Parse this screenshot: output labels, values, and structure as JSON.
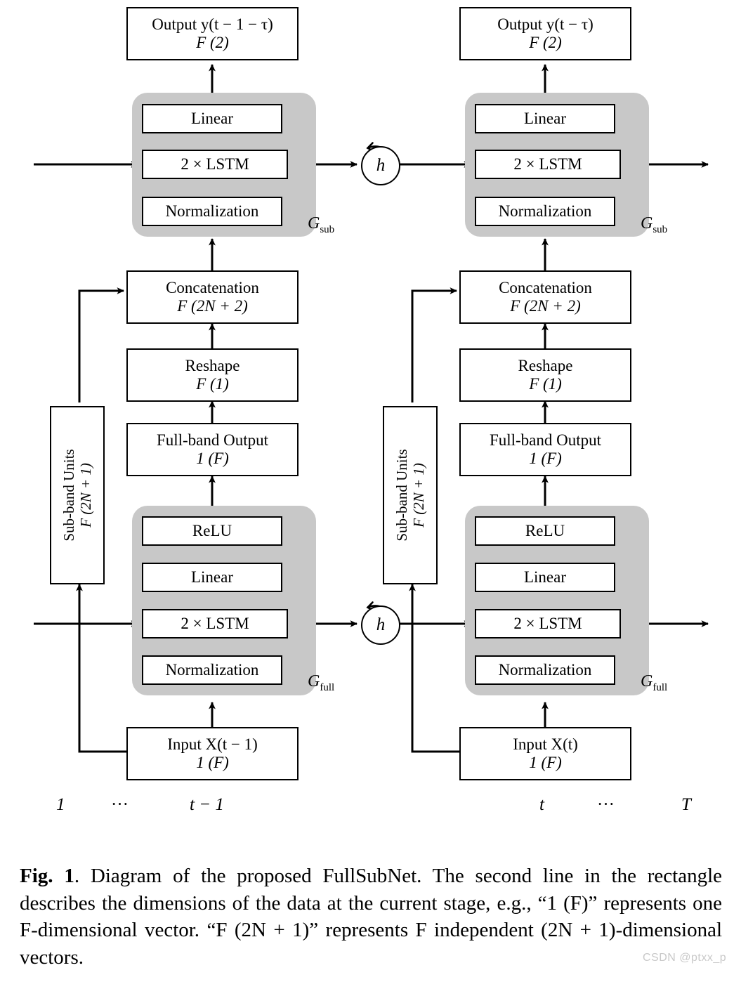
{
  "figure": {
    "caption_prefix": "Fig. 1",
    "caption": ". Diagram of the proposed FullSubNet. The second line in the rectangle describes the dimensions of the data at the current stage, e.g., “1 (F)” represents one F-dimensional vector. “F (2N + 1)” represents F independent (2N + 1)-dimensional vectors.",
    "watermark": "CSDN @ptxx_p"
  },
  "columns": [
    {
      "id": "left",
      "output": {
        "line1": "Output y(t − 1 − τ)",
        "line2": "F (2)"
      },
      "sub_group": {
        "label": "G",
        "label_sub": "sub",
        "blocks": [
          "Linear",
          "2 × LSTM",
          "Normalization"
        ]
      },
      "concatenation": {
        "line1": "Concatenation",
        "line2": "F (2N + 2)"
      },
      "reshape": {
        "line1": "Reshape",
        "line2": "F (1)"
      },
      "fullband_output": {
        "line1": "Full-band Output",
        "line2": "1 (F)"
      },
      "subband_units": {
        "line1": "Sub-band Units",
        "line2": "F (2N + 1)"
      },
      "full_group": {
        "label": "G",
        "label_sub": "full",
        "blocks": [
          "ReLU",
          "Linear",
          "2 × LSTM",
          "Normalization"
        ]
      },
      "input": {
        "line1": "Input X(t − 1)",
        "line2": "1 (F)"
      },
      "recurrent_state": "h"
    },
    {
      "id": "right",
      "output": {
        "line1": "Output y(t − τ)",
        "line2": "F (2)"
      },
      "sub_group": {
        "label": "G",
        "label_sub": "sub",
        "blocks": [
          "Linear",
          "2 × LSTM",
          "Normalization"
        ]
      },
      "concatenation": {
        "line1": "Concatenation",
        "line2": "F (2N + 2)"
      },
      "reshape": {
        "line1": "Reshape",
        "line2": "F (1)"
      },
      "fullband_output": {
        "line1": "Full-band Output",
        "line2": "1 (F)"
      },
      "subband_units": {
        "line1": "Sub-band Units",
        "line2": "F (2N + 1)"
      },
      "full_group": {
        "label": "G",
        "label_sub": "full",
        "blocks": [
          "ReLU",
          "Linear",
          "2 × LSTM",
          "Normalization"
        ]
      },
      "input": {
        "line1": "Input X(t)",
        "line2": "1 (F)"
      },
      "recurrent_state": "h"
    }
  ],
  "timeline": [
    {
      "label": "1"
    },
    {
      "label": "···"
    },
    {
      "label": "t − 1"
    },
    {
      "label": "t"
    },
    {
      "label": "···"
    },
    {
      "label": "T"
    }
  ],
  "colors": {
    "group_fill": "#c8c8c8",
    "stroke": "#000000",
    "box_fill": "#ffffff",
    "watermark": "#c9c9c9"
  }
}
